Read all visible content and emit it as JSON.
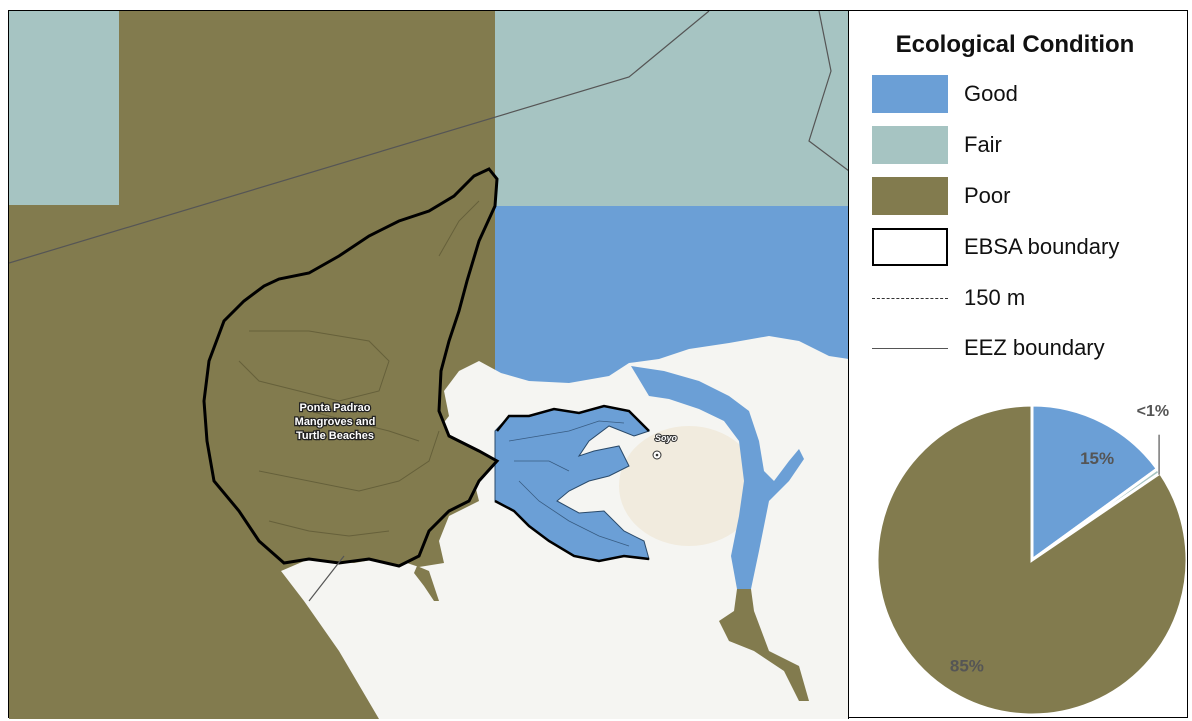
{
  "legend": {
    "title": "Ecological Condition",
    "items": [
      {
        "label": "Good",
        "color": "#6b9fd6",
        "kind": "fill"
      },
      {
        "label": "Fair",
        "color": "#a6c4c2",
        "kind": "fill"
      },
      {
        "label": "Poor",
        "color": "#827b4e",
        "kind": "fill"
      },
      {
        "label": "EBSA boundary",
        "color": "#000000",
        "kind": "outline"
      },
      {
        "label": "150 m",
        "color": "#333333",
        "kind": "dashed-line"
      },
      {
        "label": "EEZ boundary",
        "color": "#555555",
        "kind": "solid-line"
      }
    ]
  },
  "map": {
    "ebsa_label": [
      "Ponta Padrao",
      "Mangroves and",
      "Turtle Beaches"
    ],
    "town_label": "Soyo",
    "colors": {
      "good": "#6b9fd6",
      "fair": "#a6c4c2",
      "poor": "#827b4e",
      "land": "#f5f5f2",
      "town": "#f1ebde"
    }
  },
  "chart_data": {
    "type": "pie",
    "title": "",
    "slices": [
      {
        "label": "15%",
        "value": 15,
        "color": "#6b9fd6"
      },
      {
        "label": "<1%",
        "value": 0.5,
        "color": "#a6c4c2"
      },
      {
        "label": "85%",
        "value": 84.5,
        "color": "#827b4e"
      }
    ]
  }
}
